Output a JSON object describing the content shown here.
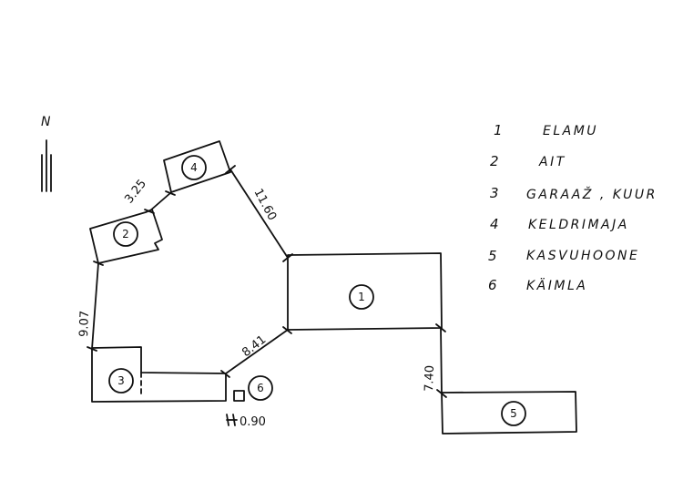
{
  "north": {
    "label": "N"
  },
  "buildings": [
    {
      "id": "1"
    },
    {
      "id": "2"
    },
    {
      "id": "3"
    },
    {
      "id": "4"
    },
    {
      "id": "5"
    },
    {
      "id": "6"
    }
  ],
  "dimensions": {
    "d_3_25": "3.25",
    "d_11_60": "11.60",
    "d_9_07": "9.07",
    "d_8_41": "8.41",
    "d_7_40": "7.40",
    "d_0_90": "0.90"
  },
  "legend": [
    {
      "num": "1",
      "name": "ELAMU"
    },
    {
      "num": "2",
      "name": "AIT"
    },
    {
      "num": "3",
      "name": "GARAAŽ , KUUR"
    },
    {
      "num": "4",
      "name": "KELDRIMAJA"
    },
    {
      "num": "5",
      "name": "KASVUHOONE"
    },
    {
      "num": "6",
      "name": "KÄIMLA"
    }
  ],
  "colors": {
    "ink": "#111111",
    "background": "#ffffff"
  }
}
